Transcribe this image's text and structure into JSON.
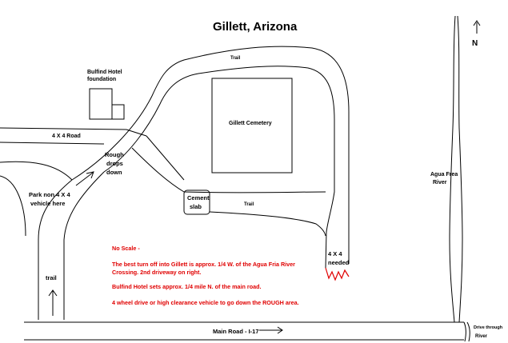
{
  "title": "Gillett, Arizona",
  "north_label": "N",
  "labels": {
    "hotel_line1": "Bulfind Hotel",
    "hotel_line2": "foundation",
    "road_4x4": "4 X 4 Road",
    "trail_top": "Trail",
    "cemetery": "Gillett Cemetery",
    "rough_line1": "Rough",
    "rough_line2": "drops",
    "rough_line3": "down",
    "park_line1": "Park non 4 X 4",
    "park_line2": "vehicle here",
    "cement_line1": "Cement",
    "cement_line2": "slab",
    "trail_mid": "Trail",
    "river_line1": "Agua Frea",
    "river_line2": "River",
    "needed_line1": "4 X 4",
    "needed_line2": "needed",
    "trail_left": "trail",
    "main_road": "Main Road - I-17",
    "drive_line1": "Drive through",
    "drive_line2": "River"
  },
  "notes": {
    "no_scale": "No Scale -",
    "turnoff_line1": "The best turn off into Gillett is approx. 1/4 W. of the Agua Fria River",
    "turnoff_line2": "Crossing. 2nd driveway on right.",
    "hotel_note": "Bulfind Hotel sets approx. 1/4 mile N. of the main road.",
    "vehicle_note": "4 wheel drive or high clearance vehicle  to go down the ROUGH area."
  },
  "colors": {
    "lines": "#000000",
    "notes": "#e00000"
  }
}
